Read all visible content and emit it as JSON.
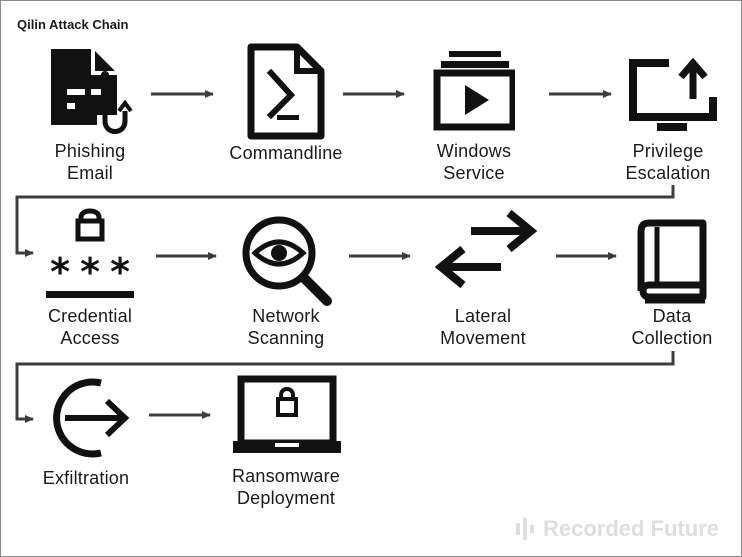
{
  "title": "Qilin Attack Chain",
  "steps": [
    {
      "line1": "Phishing",
      "line2": "Email",
      "icon": "phishing-document-hook-icon"
    },
    {
      "line1": "Commandline",
      "line2": "",
      "icon": "terminal-prompt-icon"
    },
    {
      "line1": "Windows",
      "line2": "Service",
      "icon": "service-play-stack-icon"
    },
    {
      "line1": "Privilege",
      "line2": "Escalation",
      "icon": "monitor-up-arrow-icon"
    },
    {
      "line1": "Credential",
      "line2": "Access",
      "icon": "lock-asterisks-icon"
    },
    {
      "line1": "Network",
      "line2": "Scanning",
      "icon": "eye-magnifier-icon"
    },
    {
      "line1": "Lateral",
      "line2": "Movement",
      "icon": "bidirectional-arrows-icon"
    },
    {
      "line1": "Data",
      "line2": "Collection",
      "icon": "book-icon"
    },
    {
      "line1": "Exfiltration",
      "line2": "",
      "icon": "exit-arrow-circle-icon"
    },
    {
      "line1": "Ransomware",
      "line2": "Deployment",
      "icon": "laptop-lock-icon"
    }
  ],
  "watermark": "Recorded Future"
}
